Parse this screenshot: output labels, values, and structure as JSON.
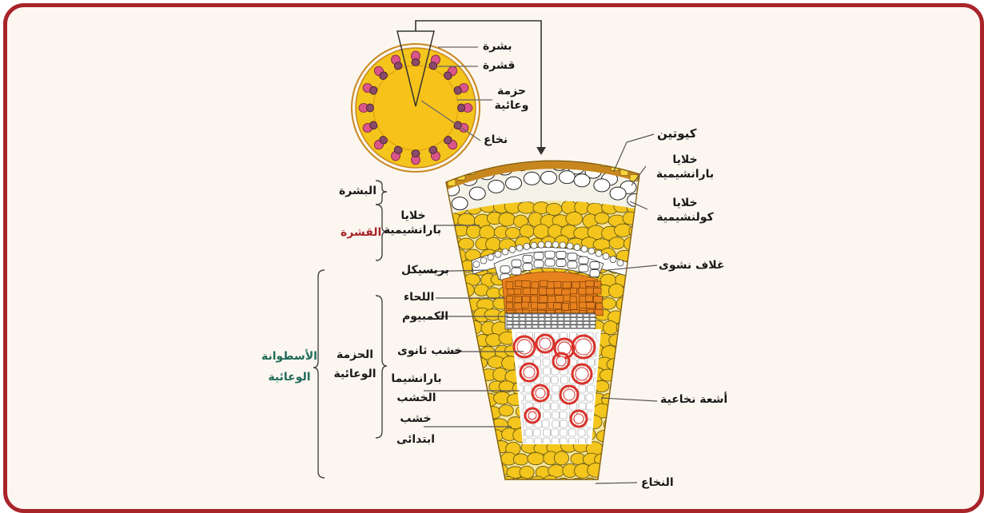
{
  "colors": {
    "frame": "#a8242a",
    "background": "#fbf6ef",
    "parenchyma": "#f3c51d",
    "phloem": "#e8821e",
    "xylem_ring": "#d9332b",
    "cuticle": "#c8871e"
  },
  "overview": {
    "epidermis": "بشرة",
    "cortex": "قشرة",
    "vascular_bundle_line1": "حزمة",
    "vascular_bundle_line2": "وعائية",
    "pith": "نخاع"
  },
  "right_labels": {
    "cuticle": "كيوتين",
    "parenchyma_line1": "خلايا",
    "parenchyma_line2": "بارانشيمية",
    "collenchyma_line1": "خلايا",
    "collenchyma_line2": "كولنشيمية",
    "starch_sheath": "غلاف نشوى",
    "medullary_rays": "أشعة نخاعية",
    "pith": "النخاع"
  },
  "left_labels": {
    "epidermis": "البشرة",
    "cortex": "القشرة",
    "parenchyma_line1": "خلايا",
    "parenchyma_line2": "بارانشيمية",
    "pericycle": "بريسيكل",
    "phloem": "اللحاء",
    "cambium": "الكمبيوم",
    "secondary_xylem": "خشب ثانوى",
    "xylem_parenchyma_line1": "بارانشيما",
    "xylem_parenchyma_line2": "الخشب",
    "primary_xylem_line1": "خشب",
    "primary_xylem_line2": "ابتدائى",
    "vascular_bundle_line1": "الحزمة",
    "vascular_bundle_line2": "الوعائية",
    "vascular_cylinder_line1": "الأسطوانة",
    "vascular_cylinder_line2": "الوعائية"
  }
}
